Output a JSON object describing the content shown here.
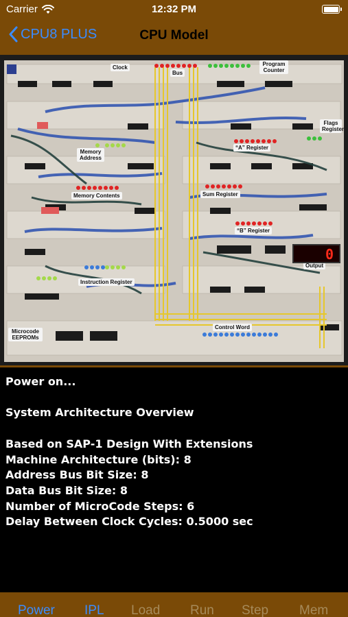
{
  "status_bar": {
    "carrier": "Carrier",
    "time": "12:32 PM"
  },
  "nav": {
    "back_label": "CPU8 PLUS",
    "title": "CPU Model"
  },
  "board": {
    "labels": {
      "clock": "Clock",
      "bus": "Bus",
      "program_counter": "Program Counter",
      "flags_register": "Flags Register",
      "memory_address": "Memory Address",
      "a_register": "“A” Register",
      "memory_contents": "Memory Contents",
      "sum_register": "Sum Register",
      "b_register": "“B” Register",
      "output": "Output",
      "instruction_register": "Instruction Register",
      "microcode_eeproms": "Microcode EEPROMs",
      "control_word": "Control Word"
    },
    "output_value": "0"
  },
  "console": {
    "lines": [
      "Power on...",
      "",
      "System Architecture Overview",
      "",
      "Based on SAP-1 Design With Extensions",
      "Machine Architecture (bits): 8",
      "Address Bus Bit Size: 8",
      "Data Bus Bit Size:  8",
      "Number of MicroCode Steps:  6",
      "Delay Between Clock Cycles: 0.5000 sec"
    ]
  },
  "tabs": [
    {
      "label": "Power",
      "active": true
    },
    {
      "label": "IPL",
      "active": true
    },
    {
      "label": "Load",
      "active": false
    },
    {
      "label": "Run",
      "active": false
    },
    {
      "label": "Step",
      "active": false
    },
    {
      "label": "Mem",
      "active": false
    }
  ],
  "colors": {
    "bar": "#7a4a07",
    "accent": "#3b8cff",
    "inactive_tab": "#a68a5a",
    "console_bg": "#000000"
  }
}
